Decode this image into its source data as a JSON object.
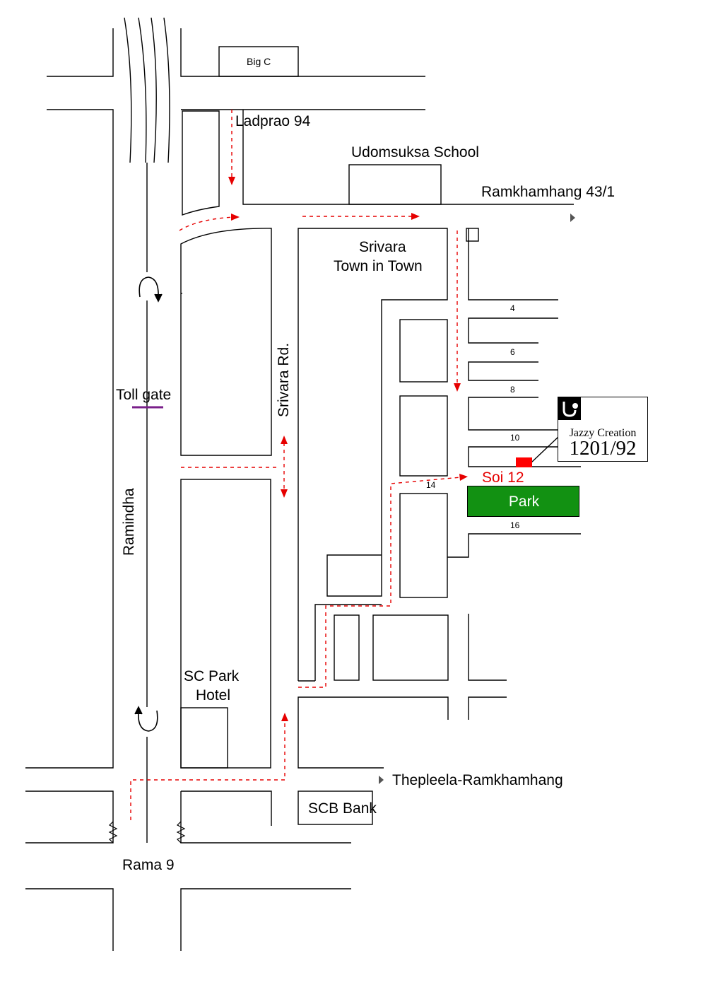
{
  "labels": {
    "big_c": "Big C",
    "ladprao": "Ladprao 94",
    "udomsuksa": "Udomsuksa School",
    "ramkhamhang": "Ramkhamhang 43/1",
    "srivara_line1": "Srivara",
    "srivara_line2": "Town in Town",
    "srivara_rd": "Srivara Rd.",
    "tollgate": "Toll gate",
    "ramindha": "Ramindha",
    "sc_park_line1": "SC Park",
    "sc_park_line2": "Hotel",
    "thepleela": "Thepleela-Ramkhamhang",
    "scb": "SCB Bank",
    "rama9": "Rama 9",
    "soi12": "Soi 12",
    "park": "Park"
  },
  "soi_numbers": [
    "4",
    "6",
    "8",
    "10",
    "14",
    "16"
  ],
  "logo": {
    "name": "Jazzy Creation",
    "address": "1201/92"
  },
  "colors": {
    "route": "#e60000",
    "park": "#129112",
    "tollgate": "#7a1f8a",
    "marker": "#ff0000"
  },
  "icons": [
    "u-turn-icon",
    "u-turn-icon",
    "arrow-right-icon",
    "arrow-right-icon",
    "logo-icon"
  ]
}
